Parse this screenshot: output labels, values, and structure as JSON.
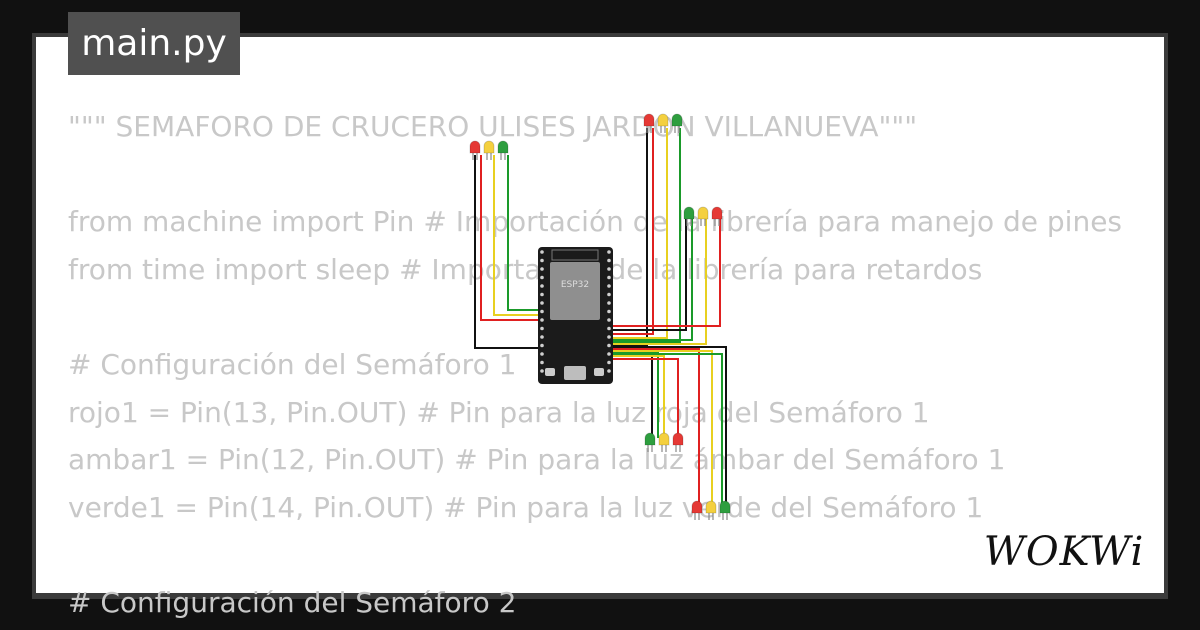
{
  "tab": {
    "filename": "main.py"
  },
  "code_lines": [
    "\"\"\" SEMAFORO DE CRUCERO ULISES JARDON VILLANUEVA\"\"\"",
    "",
    "from machine import Pin # Importación de la librería para manejo de pines",
    "from time import sleep # Importación de la librería para retardos",
    "",
    "# Configuración del Semáforo 1",
    "rojo1 = Pin(13, Pin.OUT) # Pin para la luz roja del Semáforo 1",
    "ambar1 = Pin(12, Pin.OUT) # Pin para la luz ámbar del Semáforo 1",
    "verde1 = Pin(14, Pin.OUT) # Pin para la luz verde del Semáforo 1",
    "",
    "# Configuración del Semáforo 2"
  ],
  "board": {
    "label": "ESP32"
  },
  "brand": {
    "logo_text": "WOKWi"
  },
  "colors": {
    "led_red": "#e53935",
    "led_yellow": "#f4d03f",
    "led_green": "#2e9e3f",
    "wire_black": "#111111",
    "wire_red": "#e02020",
    "wire_green": "#1a9a2a",
    "wire_yellow": "#e8d020"
  }
}
